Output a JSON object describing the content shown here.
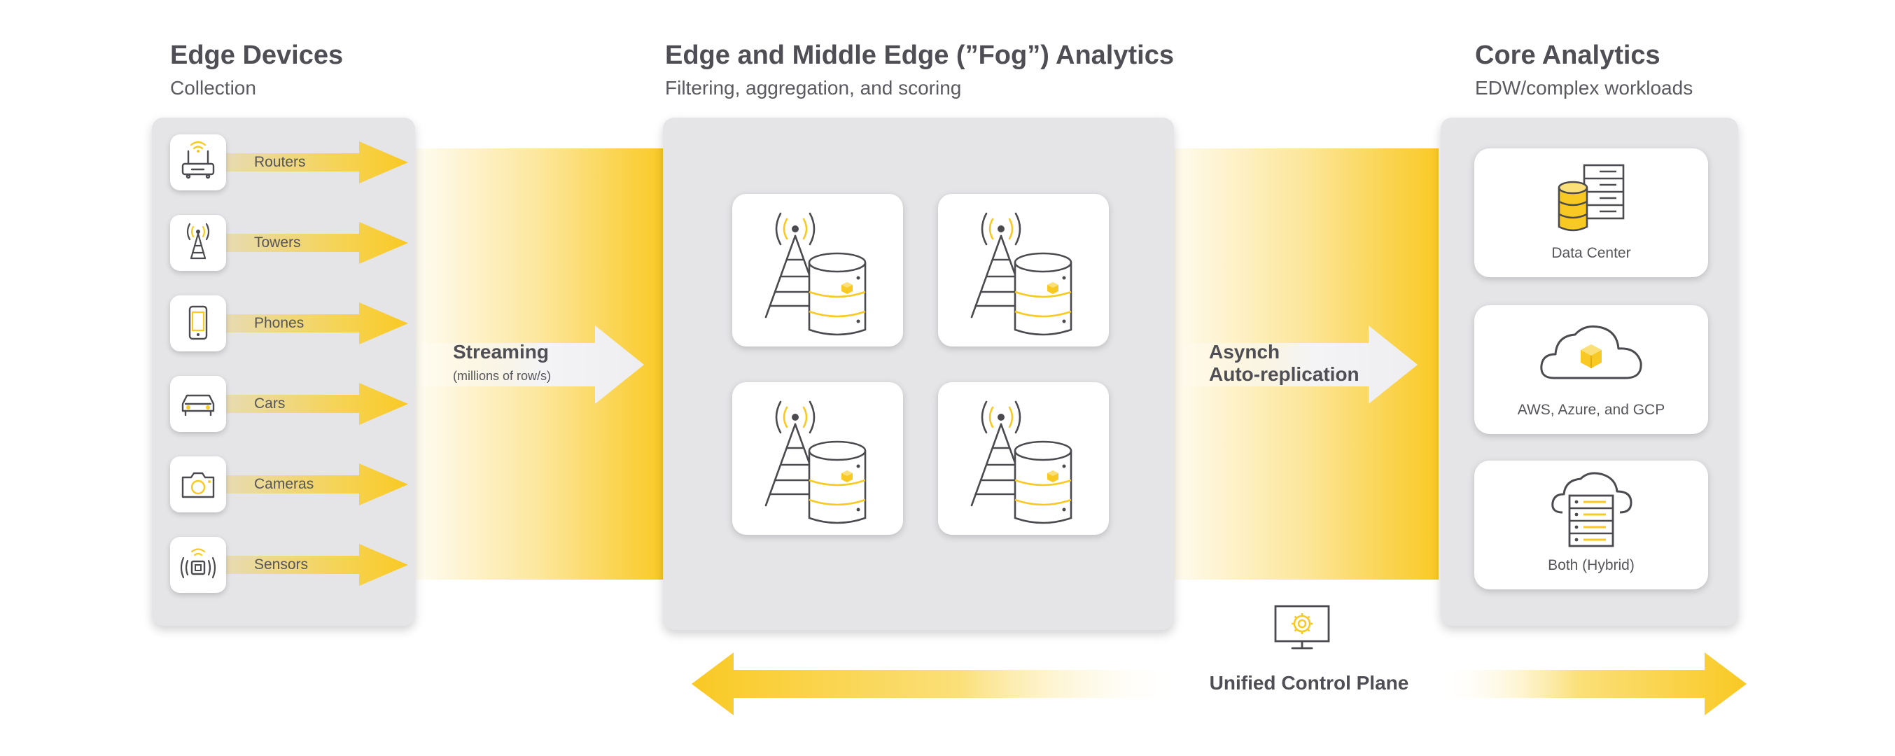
{
  "edge": {
    "title": "Edge Devices",
    "subtitle": "Collection",
    "devices": [
      {
        "label": "Routers",
        "icon": "router-icon"
      },
      {
        "label": "Towers",
        "icon": "tower-icon"
      },
      {
        "label": "Phones",
        "icon": "phone-icon"
      },
      {
        "label": "Cars",
        "icon": "car-icon"
      },
      {
        "label": "Cameras",
        "icon": "camera-icon"
      },
      {
        "label": "Sensors",
        "icon": "sensor-icon"
      }
    ]
  },
  "fog": {
    "title": "Edge and Middle Edge (”Fog”) Analytics",
    "subtitle": "Filtering, aggregation, and scoring",
    "node_icon": "tower-database-icon"
  },
  "core": {
    "title": "Core Analytics",
    "subtitle": "EDW/complex workloads",
    "targets": [
      {
        "label": "Data Center",
        "icon": "data-center-icon"
      },
      {
        "label": "AWS, Azure, and GCP",
        "icon": "cloud-icon"
      },
      {
        "label": "Both (Hybrid)",
        "icon": "hybrid-cloud-server-icon"
      }
    ]
  },
  "flows": {
    "streaming_label": "Streaming",
    "streaming_sublabel": "(millions of row/s)",
    "replication_line1": "Asynch",
    "replication_line2": "Auto-replication",
    "control_plane_label": "Unified Control Plane",
    "control_plane_icon": "monitor-gear-icon"
  },
  "colors": {
    "accent_yellow": "#f9c923",
    "panel_gray": "#e5e5e8",
    "icon_gray": "#4a4a4f",
    "text_gray": "#4e4e54"
  }
}
